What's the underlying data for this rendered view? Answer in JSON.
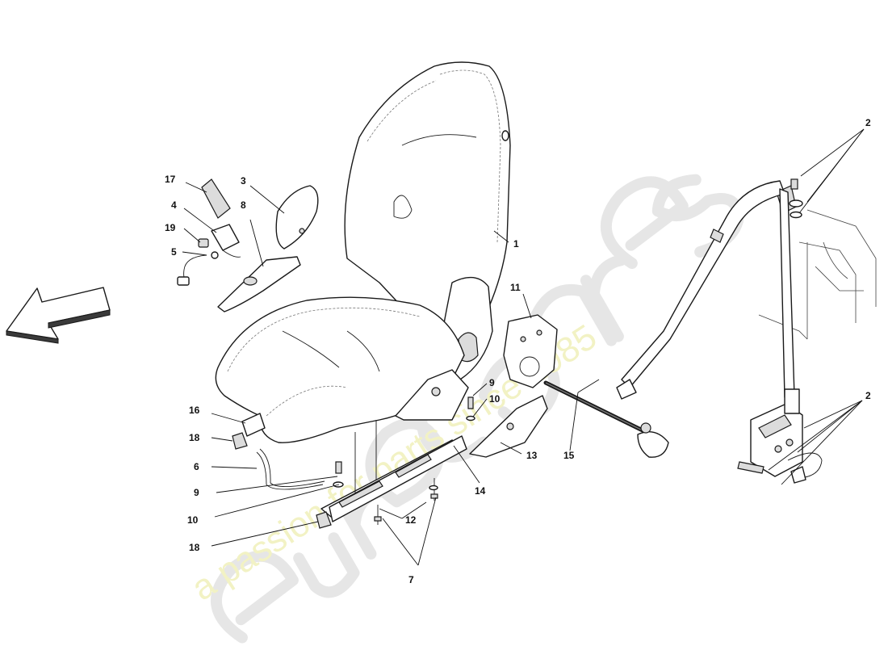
{
  "callouts": [
    {
      "id": "c1",
      "label": "1"
    },
    {
      "id": "c2a",
      "label": "2"
    },
    {
      "id": "c2b",
      "label": "2"
    },
    {
      "id": "c3",
      "label": "3"
    },
    {
      "id": "c4",
      "label": "4"
    },
    {
      "id": "c5",
      "label": "5"
    },
    {
      "id": "c6",
      "label": "6"
    },
    {
      "id": "c7",
      "label": "7"
    },
    {
      "id": "c8",
      "label": "8"
    },
    {
      "id": "c9a",
      "label": "9"
    },
    {
      "id": "c9b",
      "label": "9"
    },
    {
      "id": "c10a",
      "label": "10"
    },
    {
      "id": "c10b",
      "label": "10"
    },
    {
      "id": "c11",
      "label": "11"
    },
    {
      "id": "c12",
      "label": "12"
    },
    {
      "id": "c13",
      "label": "13"
    },
    {
      "id": "c14",
      "label": "14"
    },
    {
      "id": "c15",
      "label": "15"
    },
    {
      "id": "c16",
      "label": "16"
    },
    {
      "id": "c17",
      "label": "17"
    },
    {
      "id": "c18a",
      "label": "18"
    },
    {
      "id": "c18b",
      "label": "18"
    },
    {
      "id": "c19",
      "label": "19"
    }
  ],
  "watermark": {
    "tagline": "a passion for parts since 1985"
  },
  "colors": {
    "line": "#1a1a1a",
    "watermark_outline": "#e6e6e6",
    "watermark_text": "#f2f2c4"
  }
}
